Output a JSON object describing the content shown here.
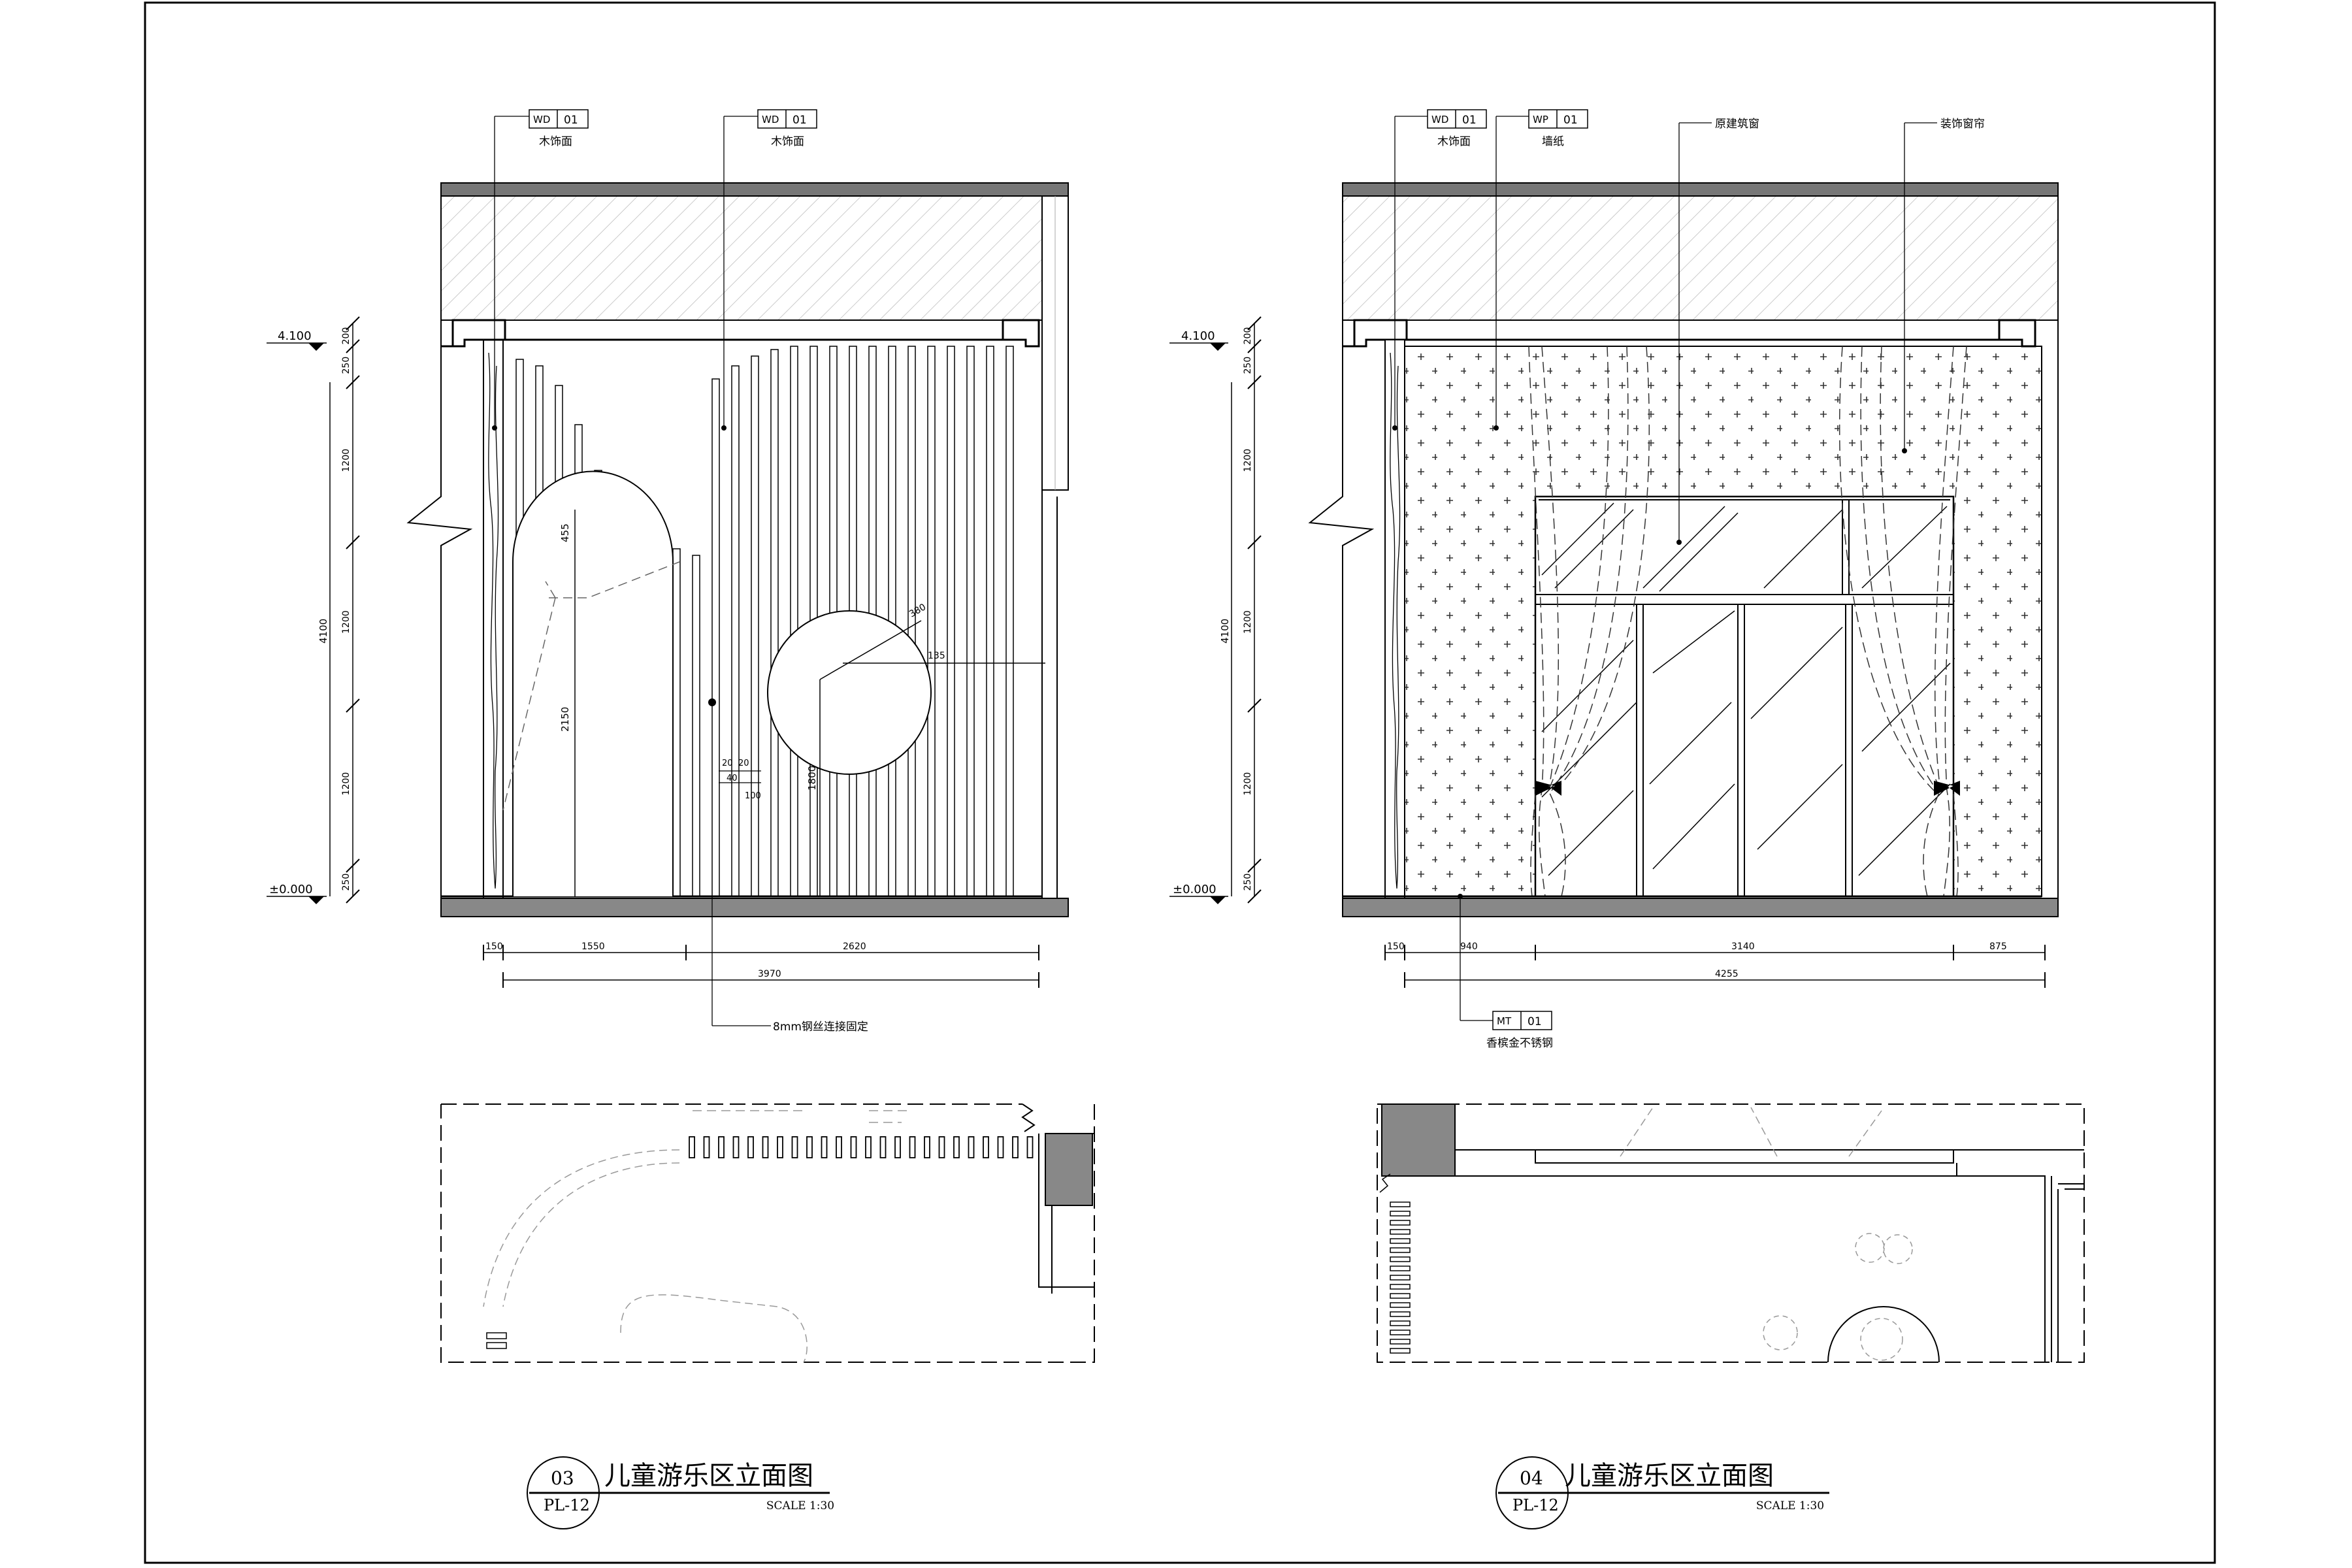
{
  "left": {
    "tags": [
      {
        "code": "WD",
        "num": "01",
        "label": "木饰面"
      },
      {
        "code": "WD",
        "num": "01",
        "label": "木饰面"
      }
    ],
    "levels": {
      "top": "4.100",
      "bottom": "±0.000"
    },
    "vdims_outer": [
      "200",
      "250",
      "1200",
      "1200",
      "1200",
      "250"
    ],
    "vdim_total": "4100",
    "inner_dims": {
      "h455": "455",
      "h2150": "2150",
      "h1800": "1800",
      "r380": "380",
      "h135": "135",
      "w20a": "20",
      "w20b": "20",
      "w40": "40",
      "w100": "100"
    },
    "hdims": [
      "150",
      "1550",
      "2620"
    ],
    "hdim_total": "3970",
    "note": "8mm钢丝连接固定",
    "title": {
      "num": "03",
      "sheet": "PL-12",
      "name": "儿童游乐区立面图",
      "scale": "SCALE 1:30"
    }
  },
  "right": {
    "tags": [
      {
        "code": "WD",
        "num": "01",
        "label": "木饰面"
      },
      {
        "code": "WP",
        "num": "01",
        "label": "墙纸"
      }
    ],
    "callouts": [
      "原建筑窗",
      "装饰窗帘"
    ],
    "levels": {
      "top": "4.100",
      "bottom": "±0.000"
    },
    "vdims_outer": [
      "200",
      "250",
      "1200",
      "1200",
      "1200",
      "250"
    ],
    "vdim_total": "4100",
    "hdims": [
      "150",
      "940",
      "3140",
      "875"
    ],
    "hdim_total": "4255",
    "bottom_tag": {
      "code": "MT",
      "num": "01",
      "label": "香槟金不锈钢"
    },
    "title": {
      "num": "04",
      "sheet": "PL-12",
      "name": "儿童游乐区立面图",
      "scale": "SCALE 1:30"
    }
  }
}
